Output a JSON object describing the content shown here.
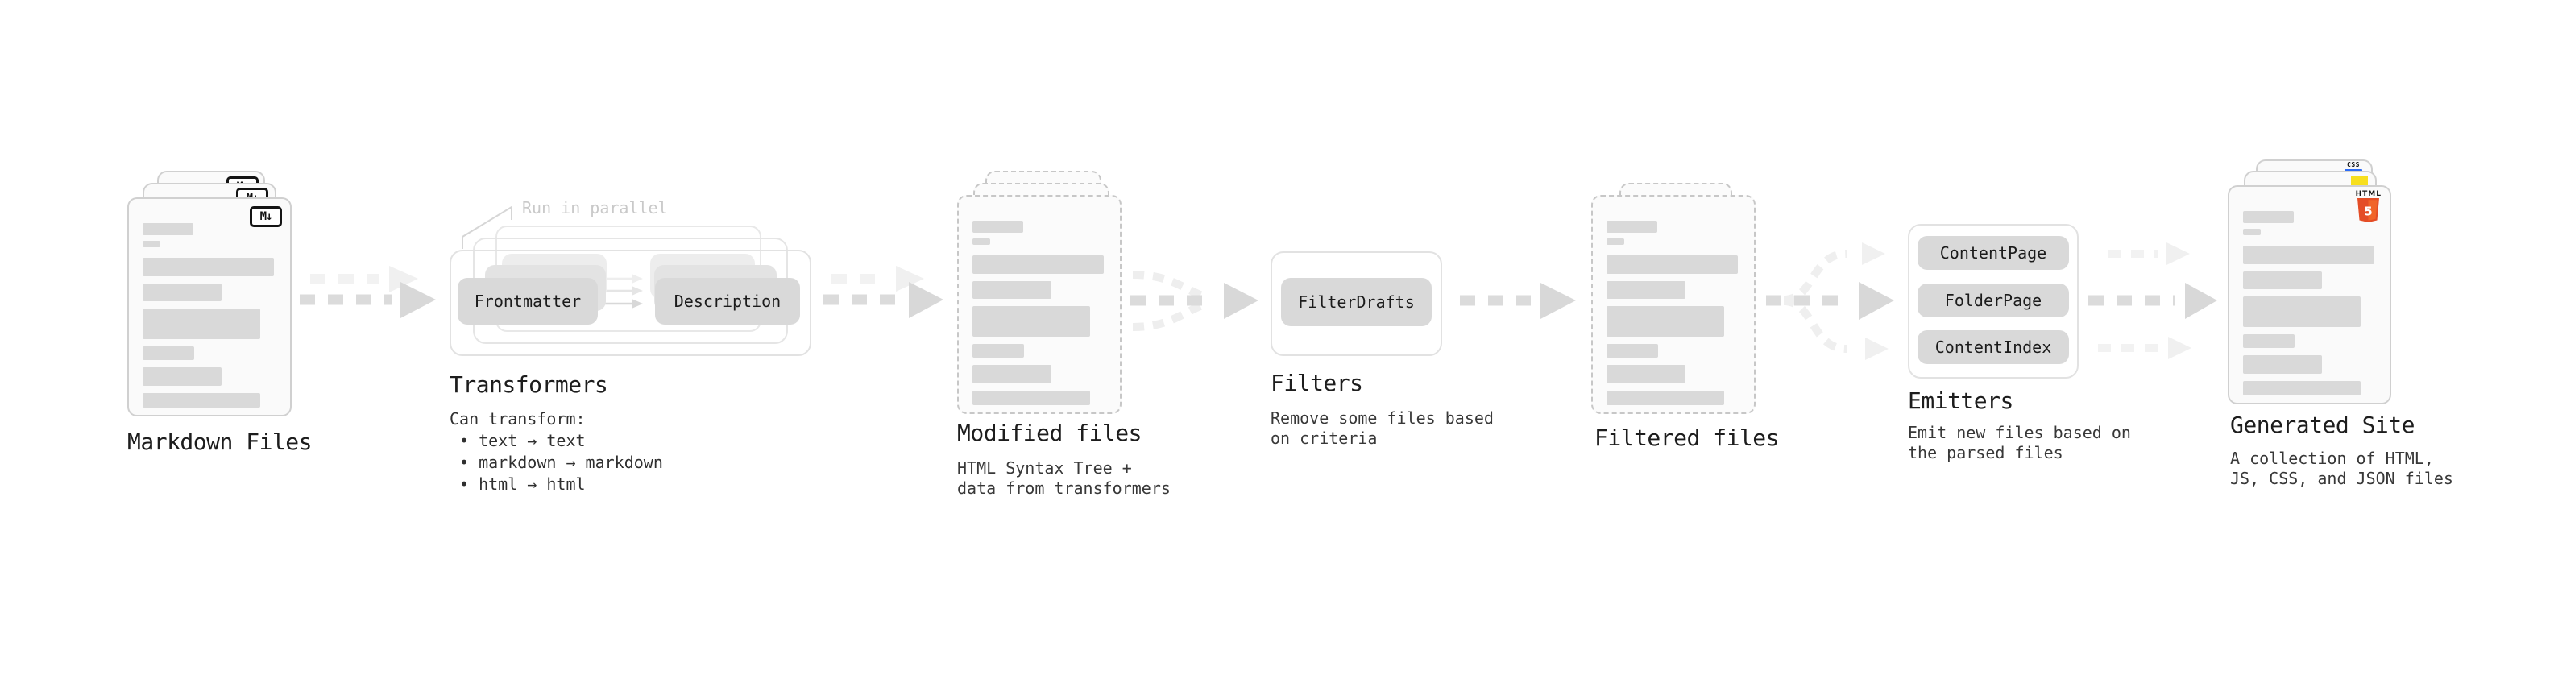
{
  "diagram": {
    "markdown": {
      "label": "Markdown Files",
      "badge": "M↓"
    },
    "transformers": {
      "annotation": "Run in parallel",
      "node_left": "Frontmatter",
      "node_right": "Description",
      "title": "Transformers",
      "desc_heading": "Can transform:",
      "bullets": [
        "• text → text",
        "• markdown → markdown",
        "• html → html"
      ]
    },
    "modified_files": {
      "title": "Modified files",
      "subtitle": "HTML Syntax Tree +\ndata from transformers"
    },
    "filters": {
      "node": "FilterDrafts",
      "title": "Filters",
      "subtitle": "Remove some files based\non criteria"
    },
    "filtered_files": {
      "title": "Filtered files"
    },
    "emitters": {
      "nodes": [
        "ContentPage",
        "FolderPage",
        "ContentIndex"
      ],
      "title": "Emitters",
      "subtitle": "Emit new files based on\nthe parsed files"
    },
    "generated_site": {
      "title": "Generated Site",
      "subtitle": "A collection of HTML,\nJS, CSS, and JSON files",
      "css_badge": "CSS",
      "html_badge": "HTML",
      "html5_number": "5"
    }
  },
  "icons": {
    "markdown-icon": "M↓ boxed markdown mark",
    "css3-icon": "CSS text with blue underline",
    "js-icon": "yellow square",
    "html5-icon": "orange HTML5 shield"
  },
  "colors": {
    "bar_gray": "#d9d9d9",
    "node_gray": "#d9d9d9",
    "arrow_gray": "#dadada",
    "arrow_light": "#f1f1f1",
    "annotation_gray": "#c9c9c9",
    "html5_orange": "#e44d26",
    "html5_orange_light": "#f16529",
    "js_yellow": "#f7df1e",
    "css_blue": "#2d6cf6"
  }
}
